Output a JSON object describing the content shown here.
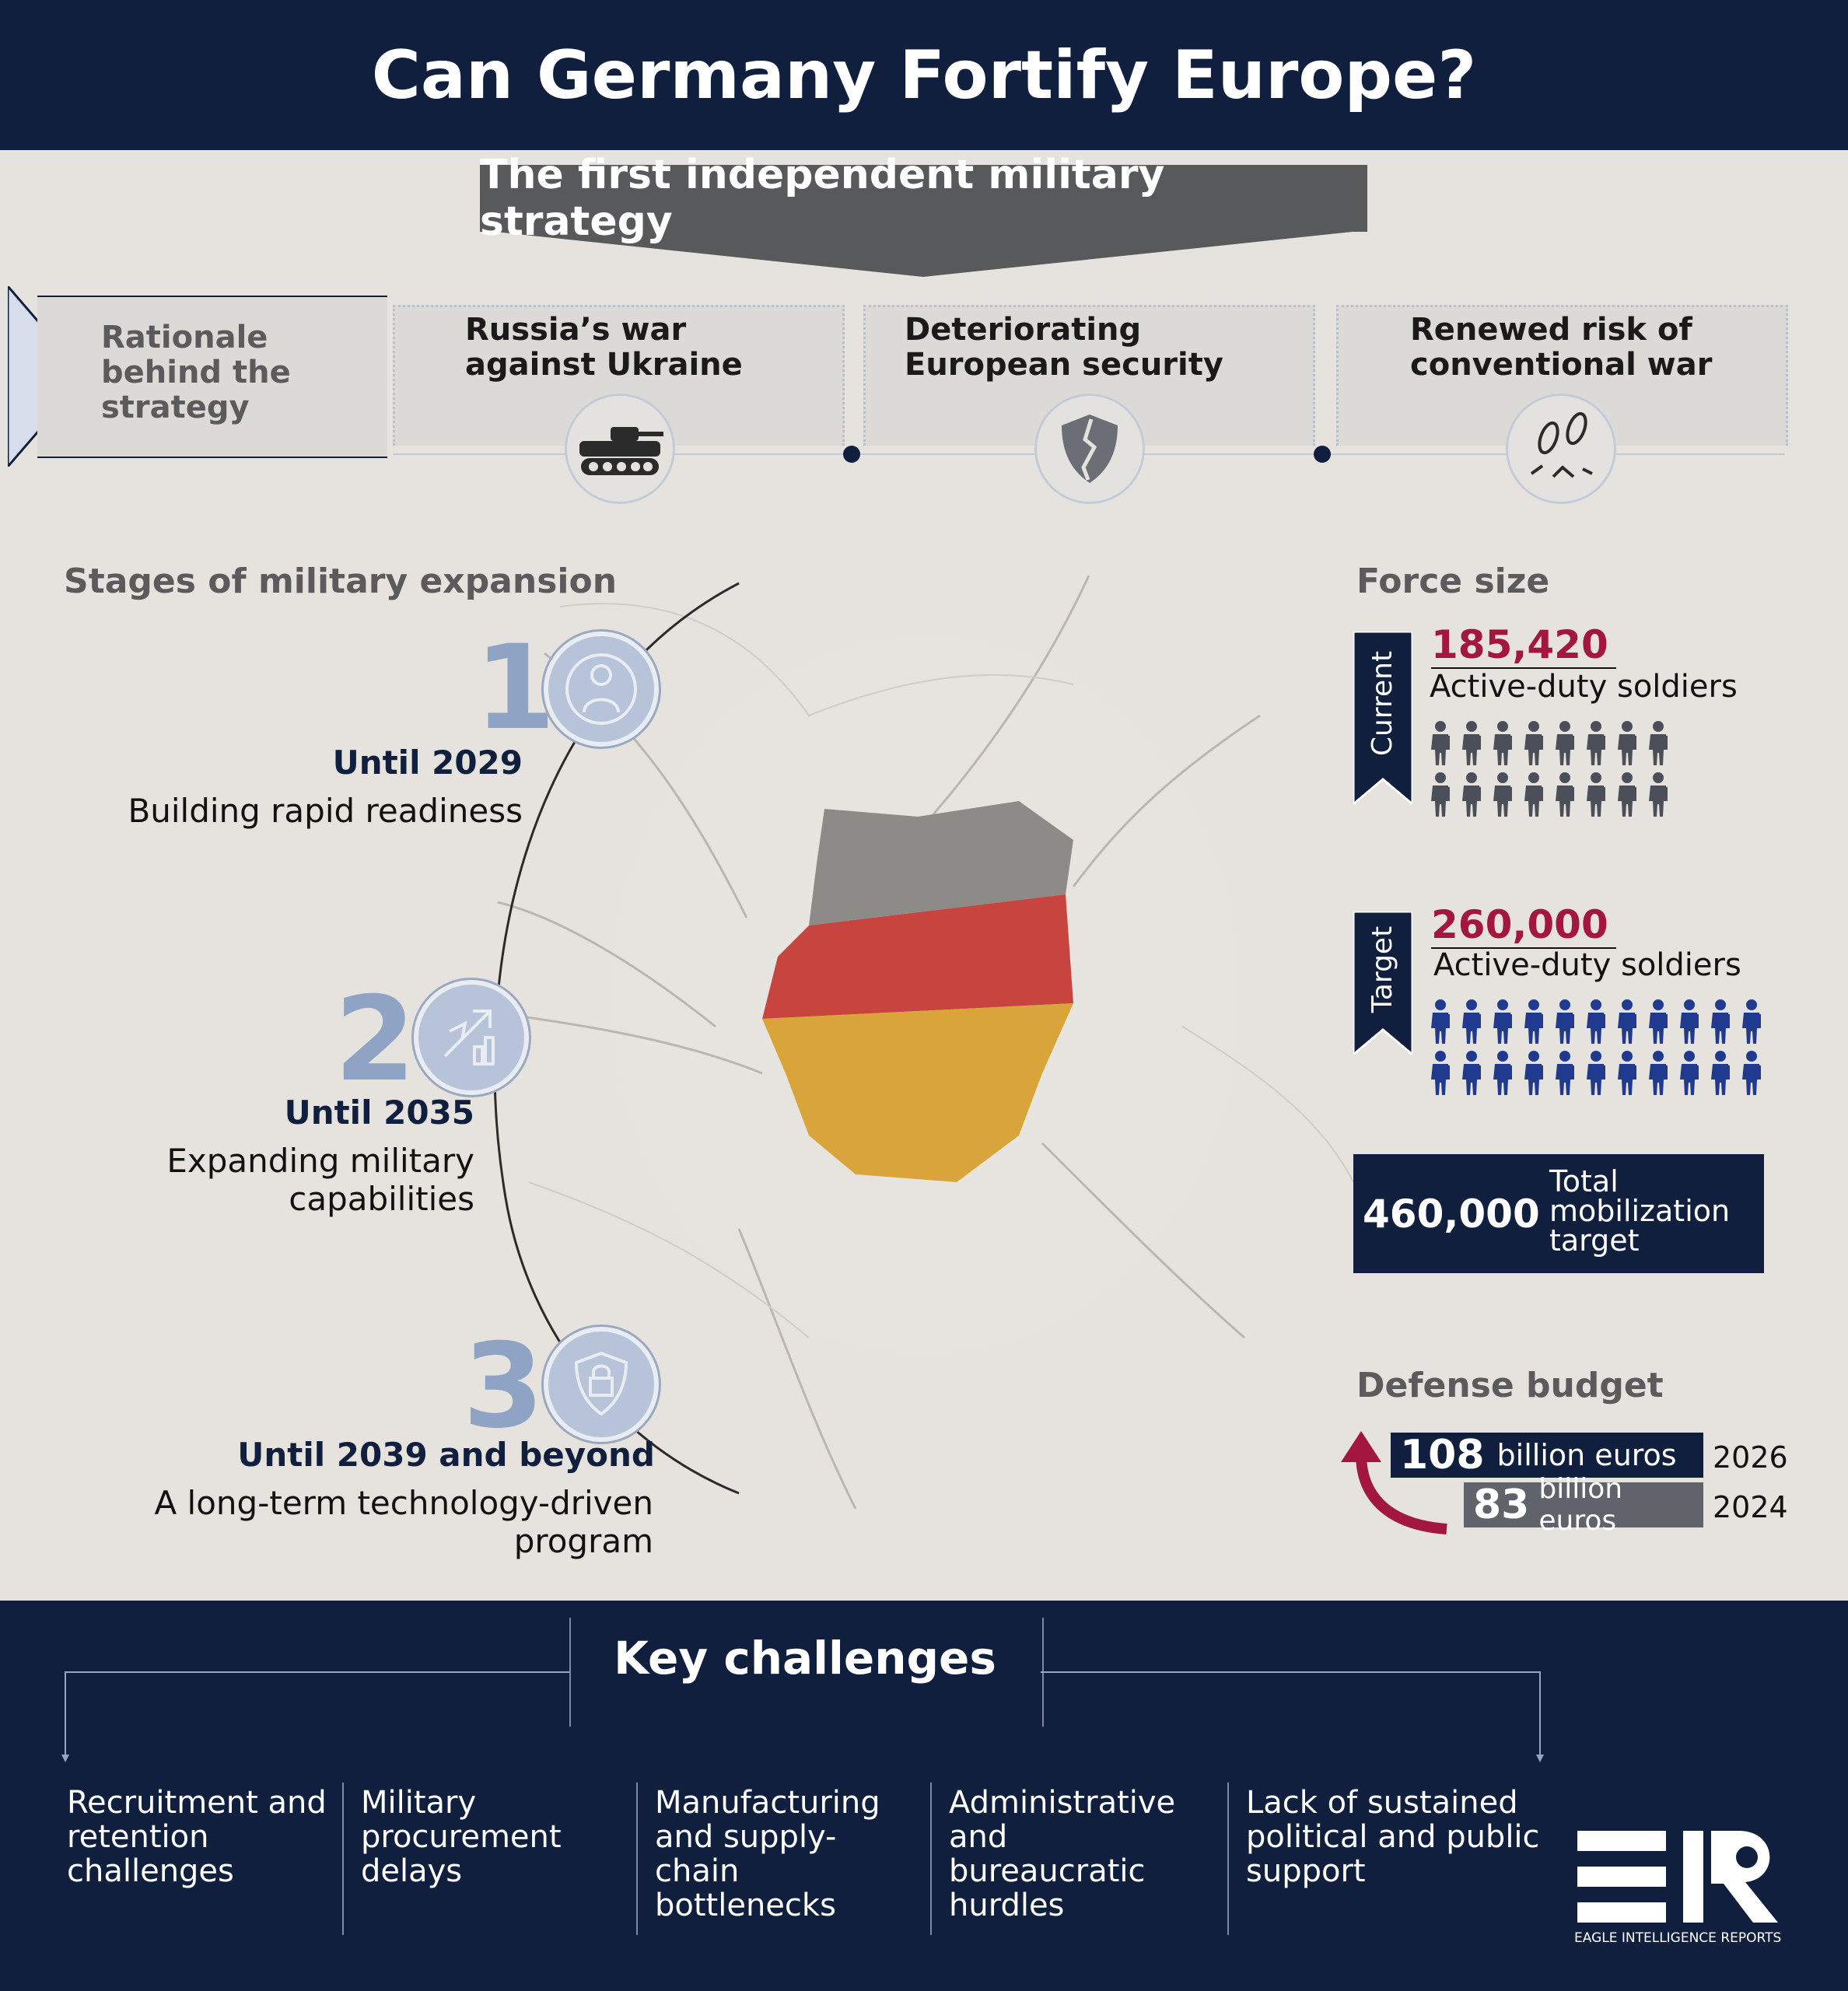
{
  "header": {
    "title": "Can Germany Fortify Europe?"
  },
  "subtitle": "The first independent military strategy",
  "rationale": {
    "label": "Rationale behind the strategy",
    "items": [
      {
        "text": "Russia’s war against Ukraine",
        "icon": "tank-icon"
      },
      {
        "text": "Deteriorating European security",
        "icon": "cracked-shield-icon"
      },
      {
        "text": "Renewed risk of conventional war",
        "icon": "falling-bombs-icon"
      }
    ]
  },
  "stages": {
    "heading": "Stages of military expansion",
    "items": [
      {
        "num": "1",
        "year": "Until 2029",
        "desc": "Building rapid readiness",
        "icon": "soldier-target-icon"
      },
      {
        "num": "2",
        "year": "Until 2035",
        "desc": "Expanding military capabilities",
        "icon": "jet-growth-icon"
      },
      {
        "num": "3",
        "year": "Until 2039 and beyond",
        "desc": "A long-term technology-driven program",
        "icon": "cyber-shield-icon"
      }
    ]
  },
  "force": {
    "heading": "Force size",
    "current": {
      "label": "Current",
      "number": "185,420",
      "desc": "Active-duty soldiers",
      "icon_count": 16,
      "color": "#4a4f5a"
    },
    "target": {
      "label": "Target",
      "number": "260,000",
      "desc": "Active-duty soldiers",
      "icon_count": 22,
      "color": "#1f3a8f"
    },
    "total": {
      "number": "460,000",
      "desc": "Total mobilization target"
    }
  },
  "budget": {
    "heading": "Defense budget",
    "rows": [
      {
        "amount": "108",
        "unit": "billion euros",
        "year": "2026"
      },
      {
        "amount": "83",
        "unit": "billion euros",
        "year": "2024"
      }
    ]
  },
  "challenges": {
    "heading": "Key challenges",
    "items": [
      "Recruitment and retention challenges",
      "Military procurement delays",
      "Manufacturing and supply-chain bottlenecks",
      "Administrative and bureaucratic hurdles",
      "Lack of sustained political and public support"
    ]
  },
  "logo": {
    "caption": "EAGLE INTELLIGENCE REPORTS"
  },
  "colors": {
    "navy": "#0f1f3d",
    "accent_red": "#a3163d",
    "stage_blue": "#8fa3c4"
  }
}
